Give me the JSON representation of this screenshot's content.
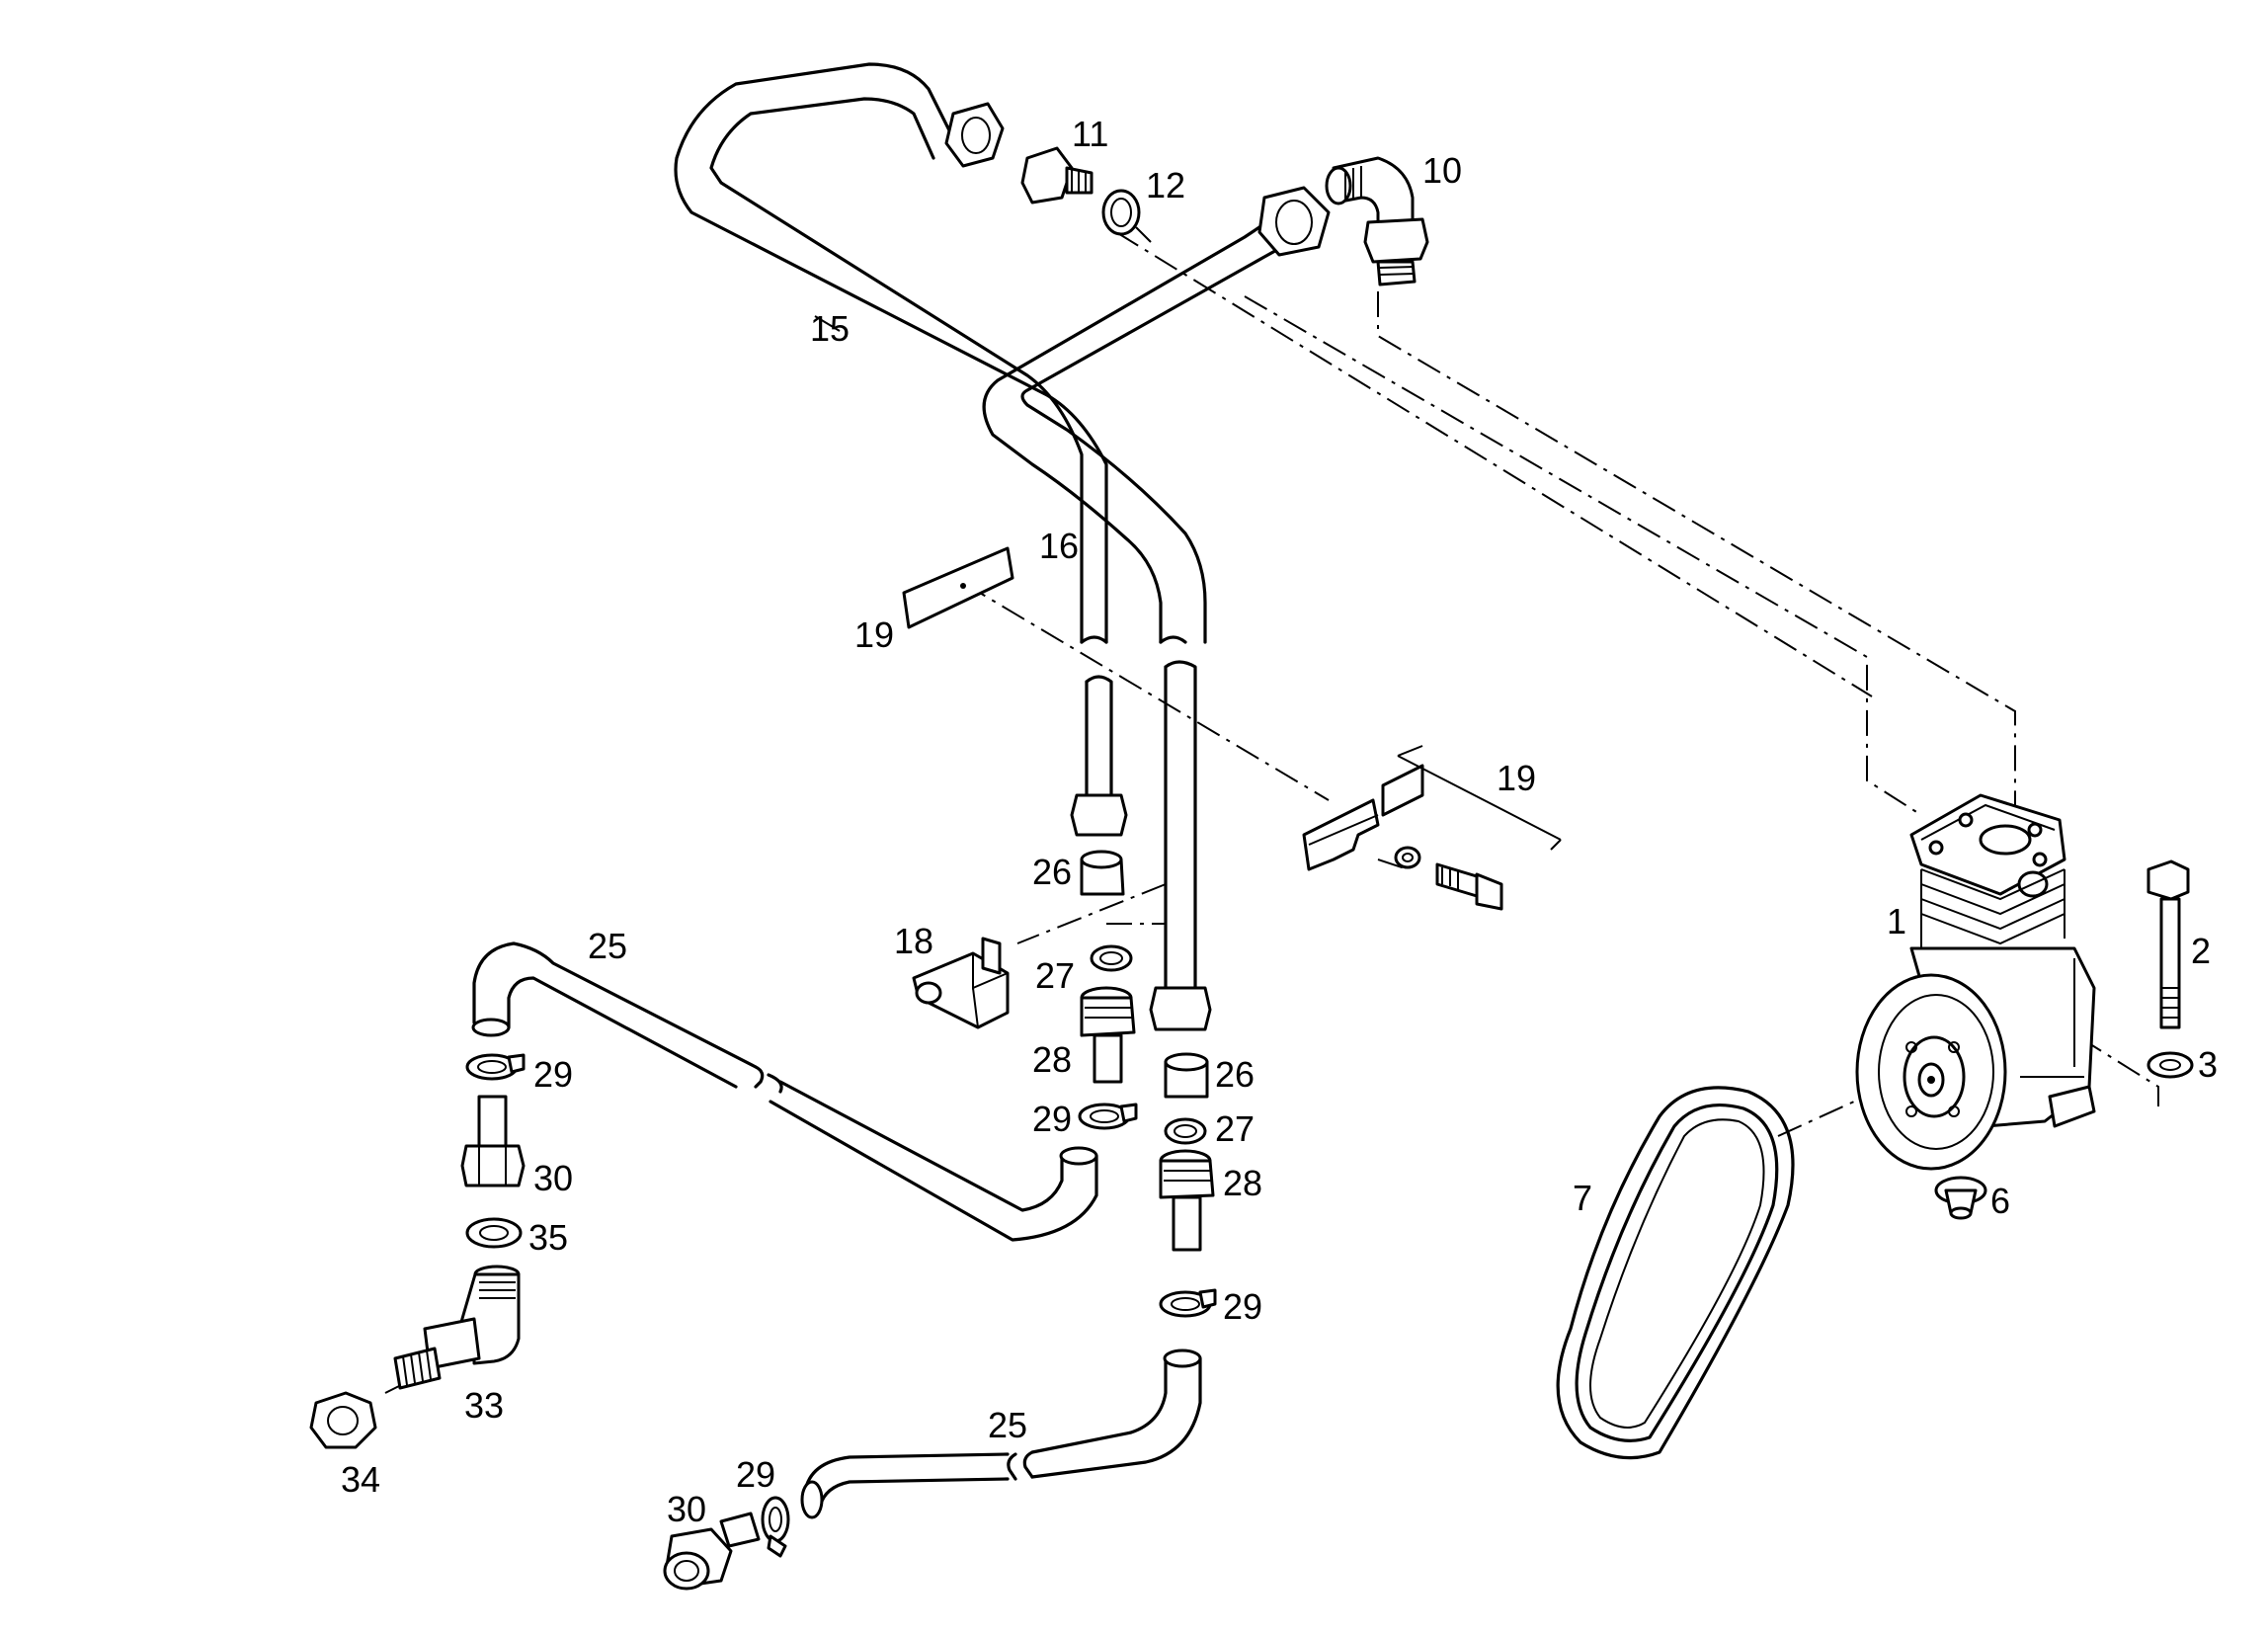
{
  "callouts": {
    "c1": "1",
    "c2": "2",
    "c3": "3",
    "c6": "6",
    "c7": "7",
    "c10": "10",
    "c11": "11",
    "c12": "12",
    "c15": "15",
    "c16": "16",
    "c18": "18",
    "c19a": "19",
    "c19b": "19",
    "c25a": "25",
    "c25b": "25",
    "c26a": "26",
    "c26b": "26",
    "c27a": "27",
    "c27b": "27",
    "c28a": "28",
    "c28b": "28",
    "c29a": "29",
    "c29b": "29",
    "c29c": "29",
    "c29d": "29",
    "c30a": "30",
    "c30b": "30",
    "c33": "33",
    "c34": "34",
    "c35": "35"
  }
}
